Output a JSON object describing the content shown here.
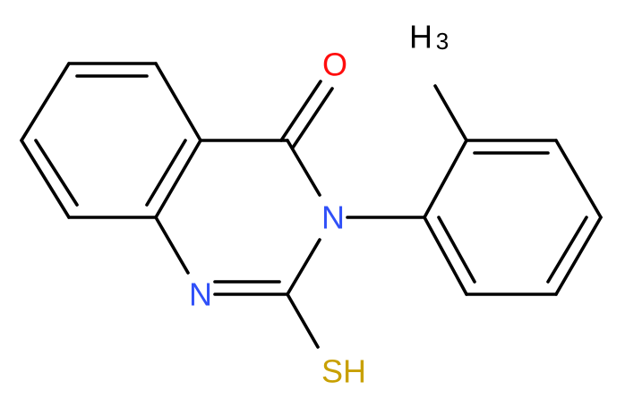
{
  "molecule": {
    "atoms": {
      "oxygen": {
        "symbol": "O",
        "color": "#ff0d0d"
      },
      "nitrogen_3": {
        "symbol": "N",
        "color": "#3050f8"
      },
      "nitrogen_1": {
        "symbol": "N",
        "color": "#3050f8"
      },
      "thiol": {
        "symbol": "SH",
        "color": "#c8a000"
      },
      "methyl": {
        "symbol": "H",
        "subscript": "3",
        "color": "#000000"
      }
    },
    "bond_color": "#000000"
  }
}
